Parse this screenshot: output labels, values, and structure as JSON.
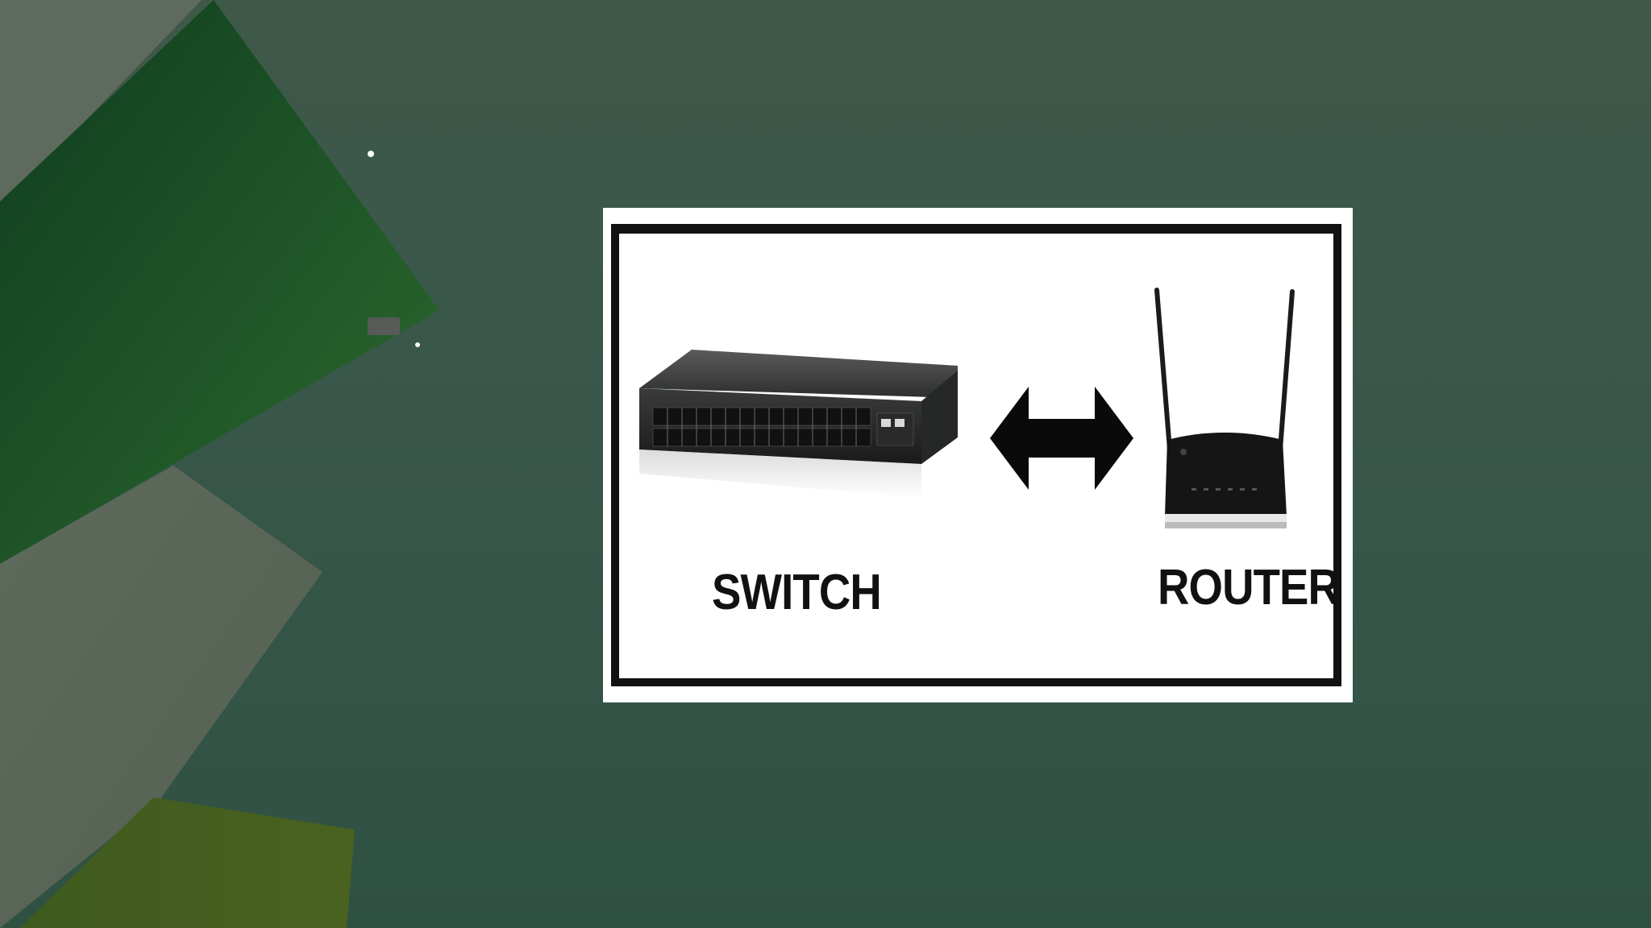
{
  "slide": {
    "background_color": "#37574a",
    "diagram": {
      "left_label": "SWITCH",
      "right_label": "ROUTER",
      "left_icon": "network-switch",
      "center_icon": "double-arrow",
      "right_icon": "wireless-router"
    }
  }
}
